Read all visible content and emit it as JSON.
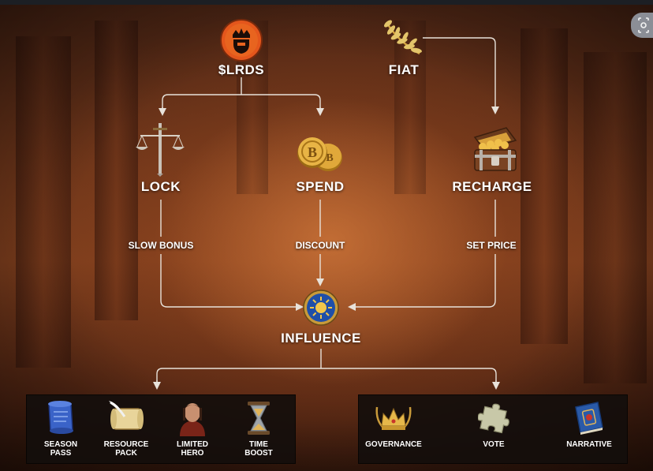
{
  "nodes": {
    "lrds": "$LRDS",
    "fiat": "FIAT",
    "lock": "LOCK",
    "spend": "SPEND",
    "recharge": "RECHARGE",
    "influence": "INFLUENCE"
  },
  "edges": {
    "slow_bonus": "SLOW BONUS",
    "discount": "DISCOUNT",
    "set_price": "SET PRICE"
  },
  "left_panel": [
    {
      "line1": "SEASON",
      "line2": "PASS",
      "icon": "scroll-icon"
    },
    {
      "line1": "RESOURCE",
      "line2": "PACK",
      "icon": "parchment-quill-icon"
    },
    {
      "line1": "LIMITED",
      "line2": "HERO",
      "icon": "hero-portrait-icon"
    },
    {
      "line1": "TIME",
      "line2": "BOOST",
      "icon": "hourglass-icon"
    }
  ],
  "right_panel": [
    {
      "line1": "GOVERNANCE",
      "icon": "crown-icon"
    },
    {
      "line1": "VOTE",
      "icon": "puzzle-piece-icon"
    },
    {
      "line1": "NARRATIVE",
      "icon": "book-icon"
    }
  ],
  "colors": {
    "line": "#e8e2da",
    "text": "#ffffff",
    "panel": "#141010",
    "token_orange": "#e4561c",
    "gold": "#d4a340"
  }
}
